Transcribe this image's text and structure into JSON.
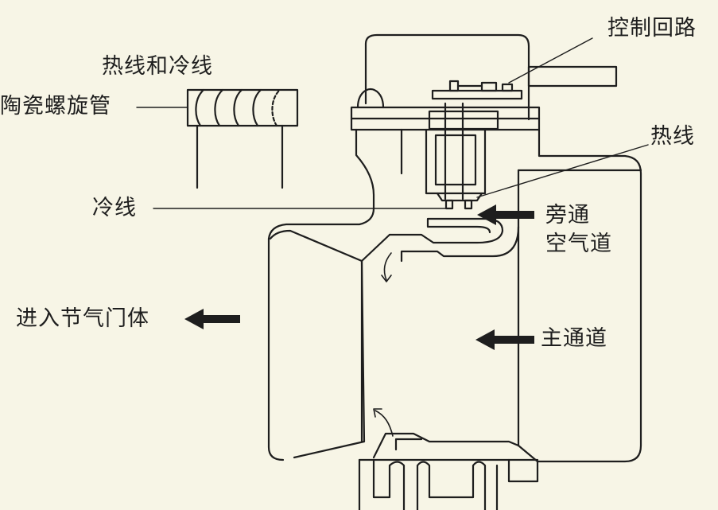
{
  "labels": {
    "control_circuit": "控制回路",
    "hot_and_cold_wire": "热线和冷线",
    "ceramic_coil": "陶瓷螺旋管",
    "hot_wire": "热线",
    "cold_wire": "冷线",
    "bypass_line1": "旁通",
    "bypass_line2": "空气道",
    "to_throttle": "进入节气门体",
    "main_passage": "主通道"
  },
  "colors": {
    "background": "#f7f5e6",
    "stroke": "#1e1e1e"
  }
}
